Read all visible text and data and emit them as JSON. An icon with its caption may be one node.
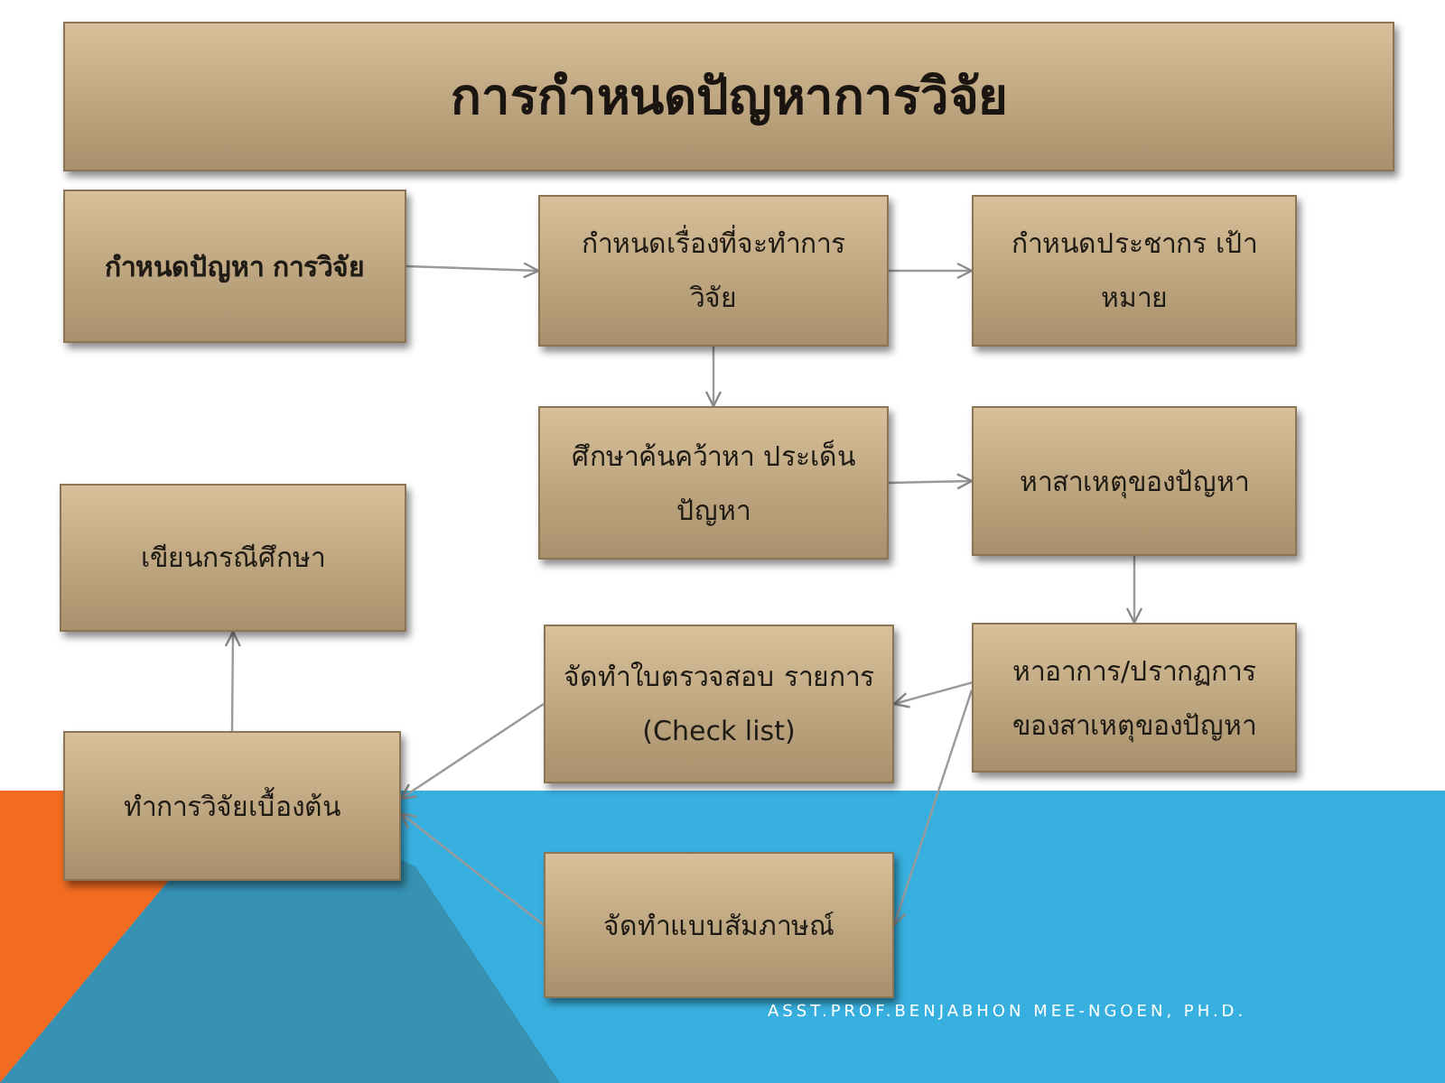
{
  "diagram": {
    "title": "การกำหนดปัญหาการวิจัย",
    "nodes": [
      {
        "text": [
          "กำหนดปัญหา การวิจัย"
        ]
      },
      {
        "text": [
          "กำหนดเรื่องที่จะทำการ วิจัย"
        ]
      },
      {
        "text": [
          "กำหนดประชากร เป้าหมาย"
        ]
      },
      {
        "text": [
          "ศึกษาค้นคว้าหา ประเด็นปัญหา"
        ]
      },
      {
        "text": [
          "หาสาเหตุของปัญหา"
        ]
      },
      {
        "text": [
          "เขียนกรณีศึกษา"
        ]
      },
      {
        "text": [
          "จัดทำใบตรวจสอบ รายการ (Check list)"
        ]
      },
      {
        "text": [
          "หาอาการ/ปรากฏการ ของสาเหตุของปัญหา"
        ]
      },
      {
        "text": [
          "ทำการวิจัยเบื้องต้น"
        ]
      },
      {
        "text": [
          "จัดทำแบบสัมภาษณ์"
        ]
      }
    ],
    "edges": [
      {
        "from": 0,
        "to": 1,
        "arrow": "to"
      },
      {
        "from": 1,
        "to": 2,
        "arrow": "to"
      },
      {
        "from": 1,
        "to": 3,
        "arrow": "to"
      },
      {
        "from": 3,
        "to": 4,
        "arrow": "to"
      },
      {
        "from": 4,
        "to": 7,
        "arrow": "to"
      },
      {
        "from": 7,
        "to": 6,
        "arrow": "to"
      },
      {
        "from": 7,
        "to": 9,
        "arrow": "to"
      },
      {
        "from": 6,
        "to": 8,
        "arrow": "to"
      },
      {
        "from": 9,
        "to": 8,
        "arrow": "to"
      },
      {
        "from": 8,
        "to": 5,
        "arrow": "to"
      }
    ],
    "labels": [
      "ASST.PROF.BENJABHON MEE-NGOEN, PH.D."
    ]
  }
}
